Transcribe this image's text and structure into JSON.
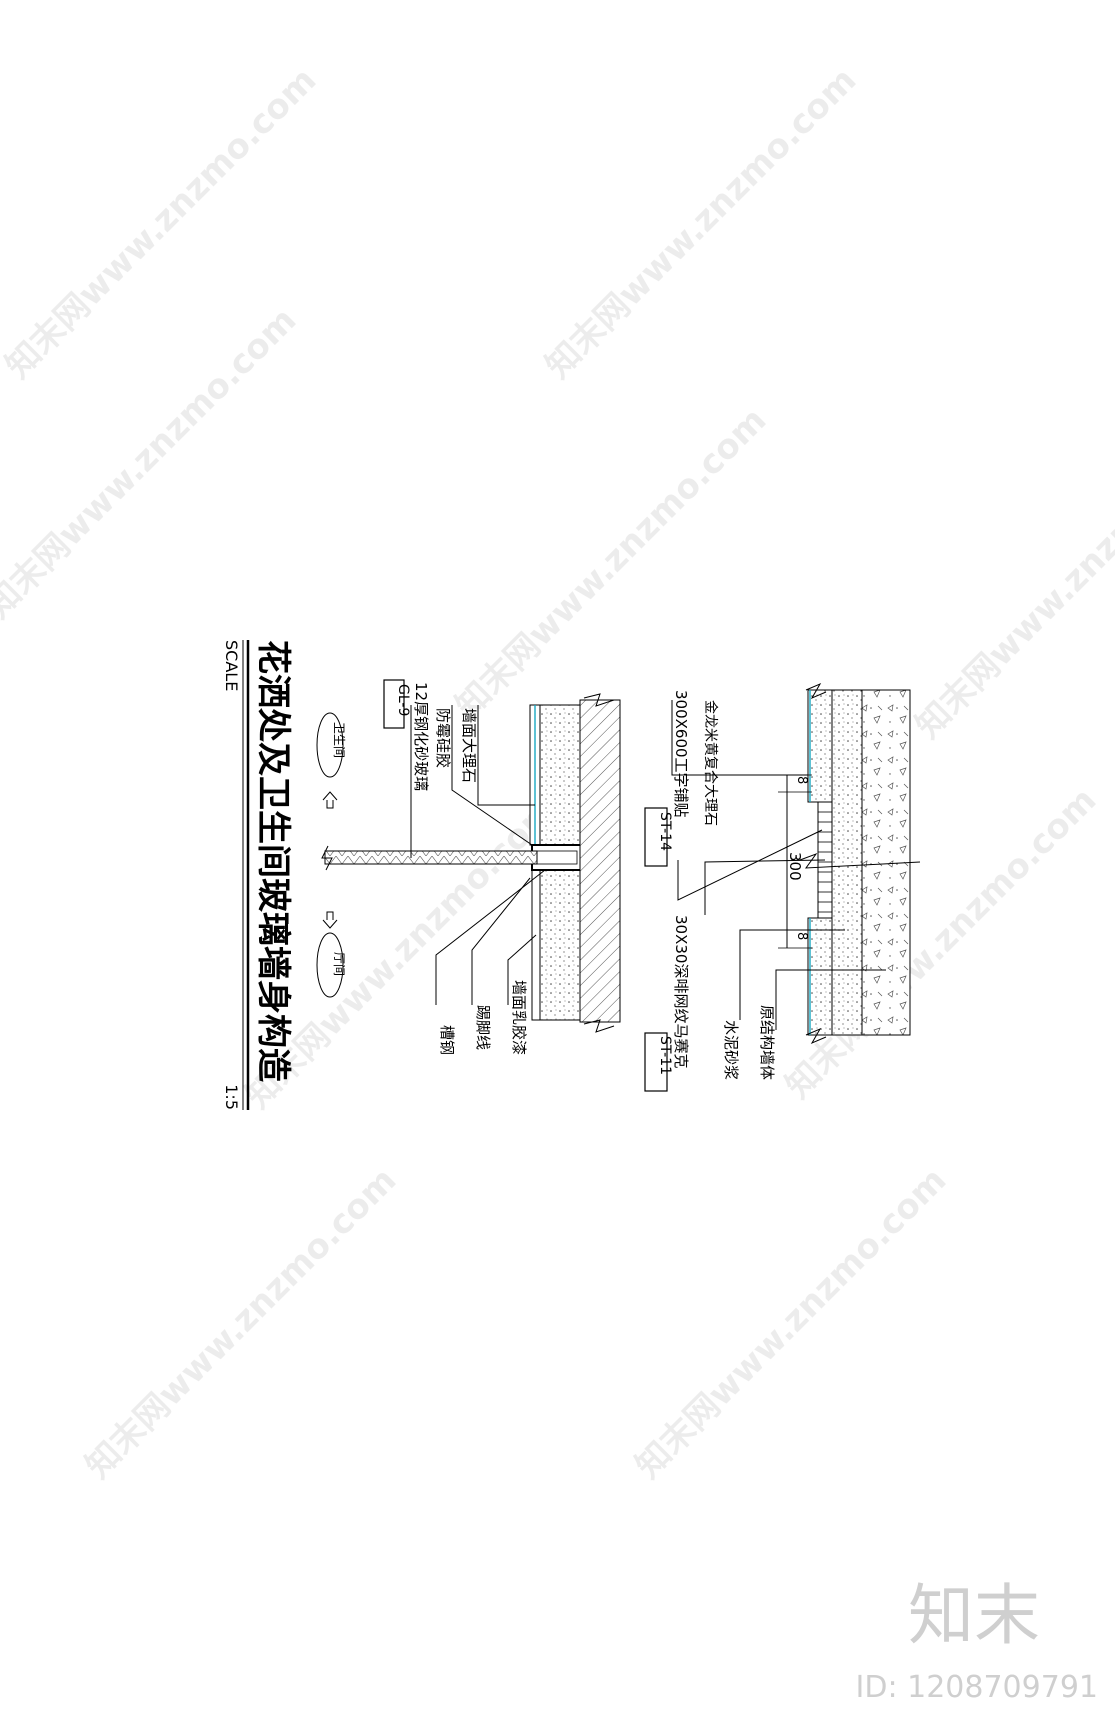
{
  "title": {
    "main": "花洒处及卫生间玻璃墙身构造",
    "scale_label": "SCALE",
    "scale_value": "1:5"
  },
  "upper_detail": {
    "labels": {
      "marble": "墙面大理石",
      "silicone": "防霉硅胶",
      "glass": "12厚钢化砂玻璃",
      "glass_tag": "GL-9",
      "latex": "墙面乳胶漆",
      "skirting": "踢脚线",
      "channel": "槽钢"
    },
    "direction_left": "卫生间",
    "direction_right": "厅间"
  },
  "lower_detail": {
    "labels": {
      "stone": "金龙米黄复合大理石",
      "stone_spec": "300X600工字铺贴",
      "stone_tag": "ST-14",
      "mosaic": "30X30深啡网纹马赛克",
      "mosaic_tag": "ST-11",
      "mortar": "水泥砂浆",
      "structure": "原结构墙体"
    },
    "dimensions": {
      "center": "300",
      "joint_left": "8",
      "joint_right": "8"
    }
  },
  "watermark": {
    "text": "知末网www.znzmo.com"
  },
  "brand": {
    "logo": "知末",
    "id_text": "ID: 1208709791"
  }
}
